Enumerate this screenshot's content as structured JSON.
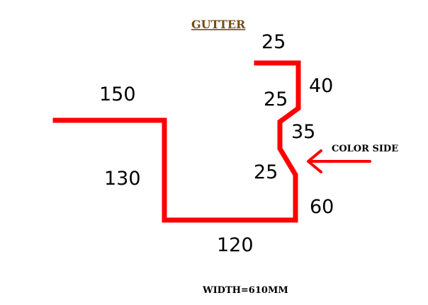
{
  "diagram": {
    "title": "GUTTER",
    "dimensions": {
      "top_lip": "25",
      "right_upper_height": "40",
      "upper_diagonal": "25",
      "middle_vertical": "35",
      "lower_diagonal": "25",
      "right_lower_height": "60",
      "bottom_width": "120",
      "left_height": "130",
      "left_flange": "150"
    },
    "color_side_label": "COLOR SIDE",
    "width_note": "WIDTH=610MM",
    "colors": {
      "profile": "#ff0000",
      "arrow": "#ff0000",
      "title": "#7a4a12",
      "text": "#000000"
    }
  }
}
